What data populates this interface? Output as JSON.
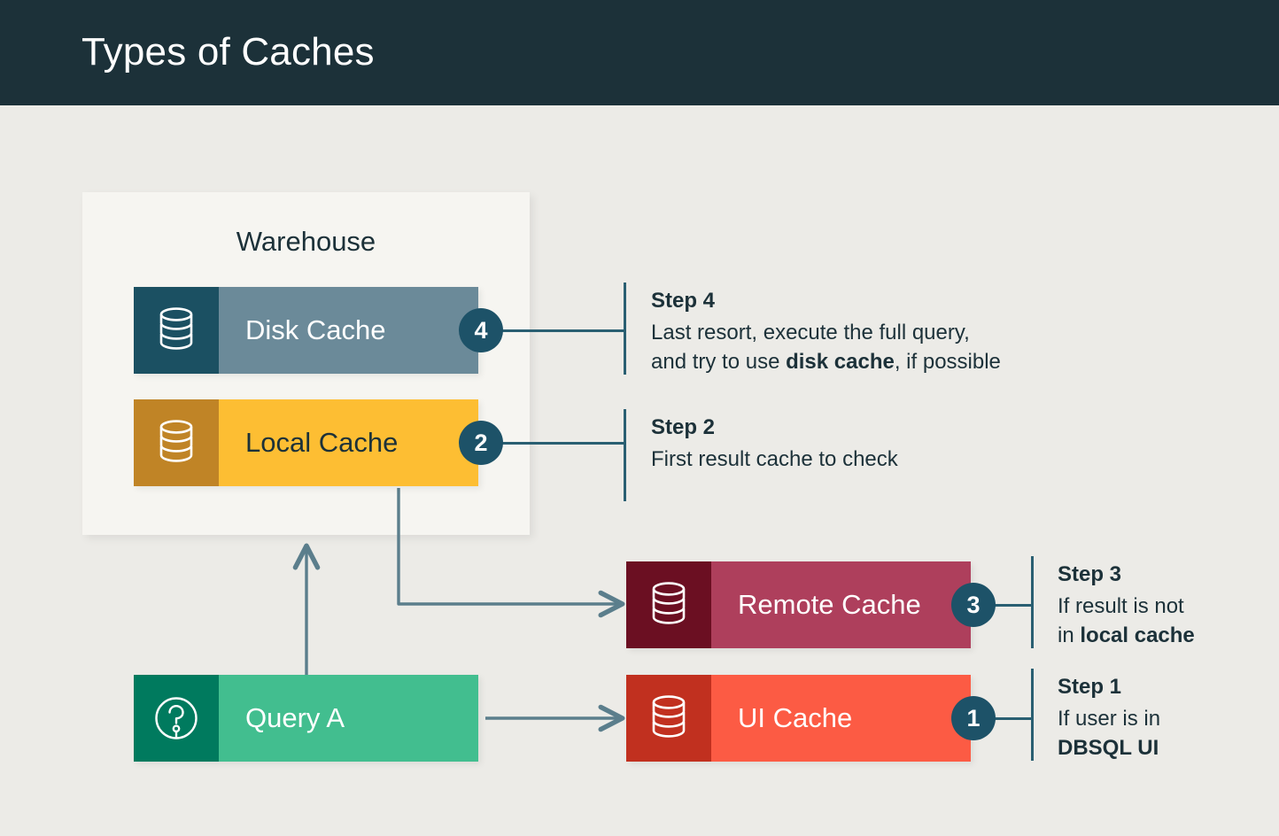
{
  "header": {
    "title": "Types of Caches",
    "background": "#1C3139"
  },
  "page": {
    "background": "#ECEBE7",
    "accent": "#1D5268",
    "connector_color": "#5B7E8C"
  },
  "warehouse": {
    "label": "Warehouse",
    "background": "#F6F5F1"
  },
  "boxes": [
    {
      "id": "disk-cache",
      "label": "Disk Cache",
      "icon": "database-icon",
      "icon_bg": "#1B5062",
      "body_bg": "#6B8A99",
      "text_color": "#FFFFFF",
      "badge": "4"
    },
    {
      "id": "local-cache",
      "label": "Local Cache",
      "icon": "database-icon",
      "icon_bg": "#C08426",
      "body_bg": "#FDBE33",
      "text_color": "#1C3139",
      "badge": "2"
    },
    {
      "id": "remote-cache",
      "label": "Remote Cache",
      "icon": "database-icon",
      "icon_bg": "#6B0F22",
      "body_bg": "#AE3F5C",
      "text_color": "#FFFFFF",
      "badge": "3"
    },
    {
      "id": "ui-cache",
      "label": "UI Cache",
      "icon": "database-icon",
      "icon_bg": "#C1301F",
      "body_bg": "#FC5B44",
      "text_color": "#FFFFFF",
      "badge": "1"
    },
    {
      "id": "query-a",
      "label": "Query A",
      "icon": "question-circle-icon",
      "icon_bg": "#007A5E",
      "body_bg": "#42BE8F",
      "text_color": "#FFFFFF",
      "badge": ""
    }
  ],
  "steps": [
    {
      "id": "step-4",
      "title": "Step 4",
      "line1_plain": "Last resort, execute the full query,",
      "line2_pre": "and try to use ",
      "line2_bold": "disk cache",
      "line2_post": ", if possible"
    },
    {
      "id": "step-2",
      "title": "Step 2",
      "line1_plain": "First result cache to check",
      "line2_pre": "",
      "line2_bold": "",
      "line2_post": ""
    },
    {
      "id": "step-3",
      "title": "Step 3",
      "line1_plain": "If result is not",
      "line2_pre": "in ",
      "line2_bold": "local cache",
      "line2_post": ""
    },
    {
      "id": "step-1",
      "title": "Step 1",
      "line1_plain": "If user is in",
      "line2_pre": "",
      "line2_bold": "DBSQL UI",
      "line2_post": ""
    }
  ]
}
